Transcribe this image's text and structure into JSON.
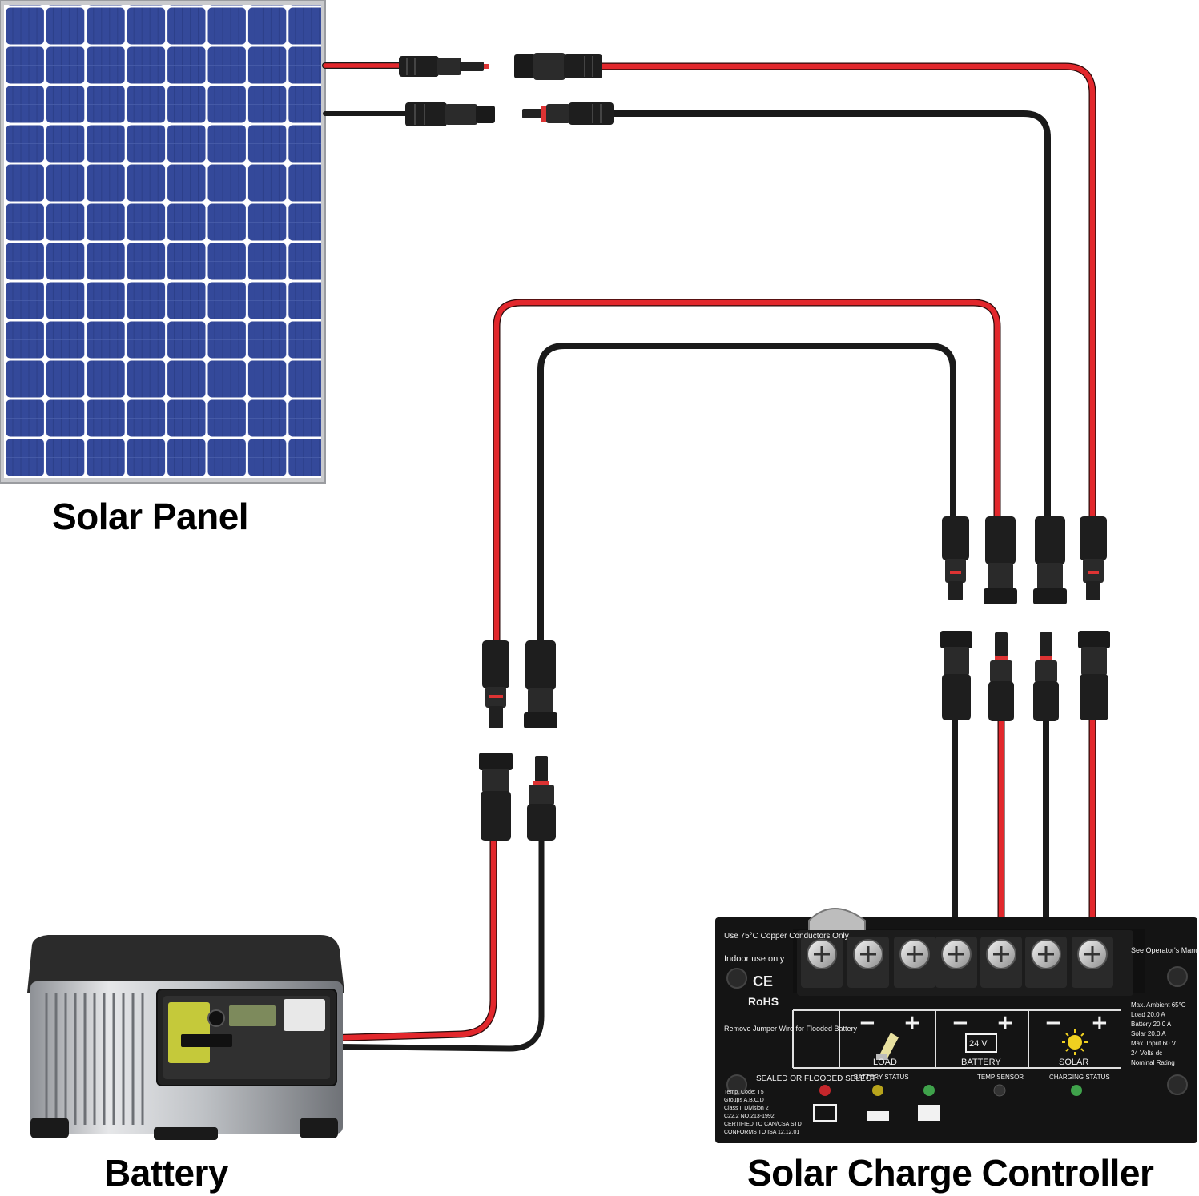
{
  "captions": {
    "solar_panel": "Solar Panel",
    "battery": "Battery",
    "controller": "Solar Charge Controller"
  },
  "controller": {
    "rohs": "RoHS",
    "ce": "CE",
    "indoor": "Indoor use only",
    "copper": "Use 75°C Copper Conductors Only",
    "terminal_groups": [
      "LOAD",
      "BATTERY",
      "SOLAR"
    ],
    "voltage": "24 V",
    "select": "SEALED OR FLOODED SELECT",
    "jumper": "Remove Jumper Wire for Flooded Battery",
    "battery_status": "BATTERY STATUS",
    "temp_sensor": "TEMP SENSOR",
    "charging_status": "CHARGING STATUS",
    "operator": "See Operator's Manual",
    "ratings": [
      "Nominal Rating",
      "24 Volts dc",
      "Max. Input 60 V",
      "Solar 20.0 A",
      "Battery 20.0 A",
      "Load 20.0 A",
      "Max. Ambient 65°C"
    ],
    "cert": [
      "CONFORMS TO ISA 12.12.01",
      "CERTIFIED TO CAN/CSA STD",
      "C22.2 NO.213-1992",
      "Class I, Division 2",
      "Groups A,B,C,D",
      "Temp. Code: T5"
    ]
  },
  "colors": {
    "red_wire": "#e2272c",
    "black_wire": "#1a1a1a",
    "panel_cell": "#34499a",
    "panel_frame": "#c8c9cc",
    "controller_body": "#141414"
  }
}
